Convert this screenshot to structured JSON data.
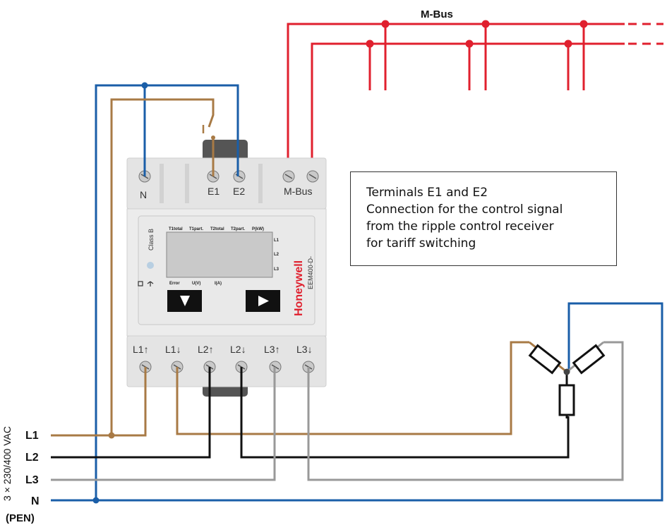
{
  "mbus_label": "M-Bus",
  "info_box": {
    "lines": [
      "Terminals E1 and E2",
      "Connection for the control signal",
      "from the ripple control receiver",
      "for tariff switching"
    ]
  },
  "meter": {
    "top_terminals": [
      "N",
      "E1",
      "E2",
      "M-Bus"
    ],
    "bottom_terminals": [
      "L1↑",
      "L1↓",
      "L2↑",
      "L2↓",
      "L3↑",
      "L3↓"
    ],
    "class_label": "Class B",
    "lcd_headers": [
      "T1total",
      "T1part.",
      "T2total",
      "T2part.",
      "P(kW)"
    ],
    "lcd_footers": [
      "Error",
      "U(V)",
      "I(A)"
    ],
    "phase_indicators": [
      "L1",
      "L2",
      "L3"
    ],
    "brand": "Honeywell",
    "model": "EEM400-D-"
  },
  "supply": {
    "voltage_label": "3 × 230/400 VAC",
    "lines": [
      "L1",
      "L2",
      "L3",
      "N"
    ],
    "pen_label": "(PEN)"
  },
  "colors": {
    "L1": "#a87a45",
    "L2": "#111111",
    "L3": "#999999",
    "N": "#1a5ea8",
    "mbus": "#e0202e"
  }
}
